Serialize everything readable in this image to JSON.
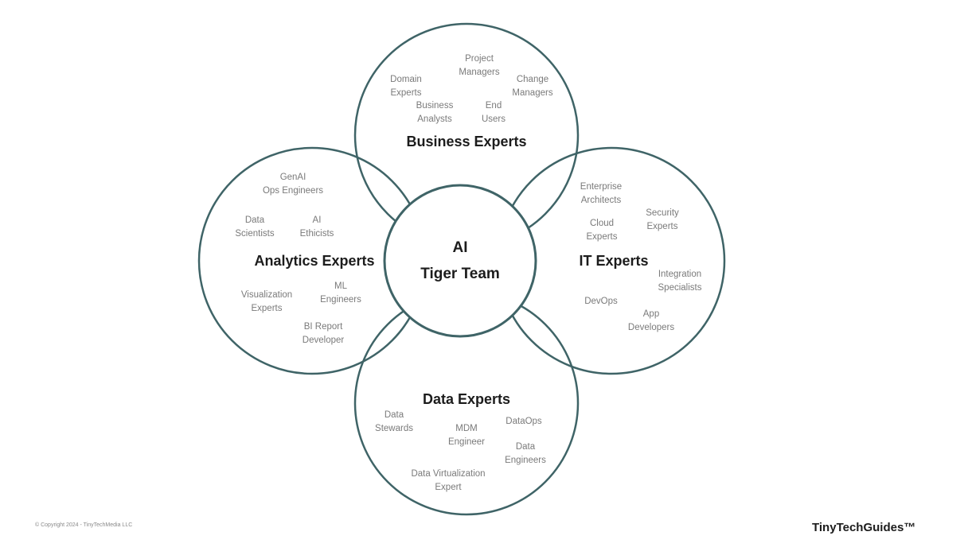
{
  "colors": {
    "circle_stroke": "#3f6467"
  },
  "center": {
    "title": "AI\nTiger Team"
  },
  "groups": {
    "business": {
      "title": "Business Experts",
      "roles": [
        "Project\nManagers",
        "Domain\nExperts",
        "Change\nManagers",
        "Business\nAnalysts",
        "End\nUsers"
      ]
    },
    "analytics": {
      "title": "Analytics Experts",
      "roles": [
        "GenAI\nOps Engineers",
        "Data\nScientists",
        "AI\nEthicists",
        "Visualization\nExperts",
        "ML\nEngineers",
        "BI Report\nDeveloper"
      ]
    },
    "it": {
      "title": "IT Experts",
      "roles": [
        "Enterprise\nArchitects",
        "Cloud\nExperts",
        "Security\nExperts",
        "Integration\nSpecialists",
        "DevOps",
        "App\nDevelopers"
      ]
    },
    "data": {
      "title": "Data Experts",
      "roles": [
        "Data\nStewards",
        "MDM\nEngineer",
        "DataOps",
        "Data\nEngineers",
        "Data Virtualization\nExpert"
      ]
    }
  },
  "footer": {
    "copyright": "© Copyright 2024 - TinyTechMedia LLC",
    "brand": "TinyTechGuides™"
  }
}
